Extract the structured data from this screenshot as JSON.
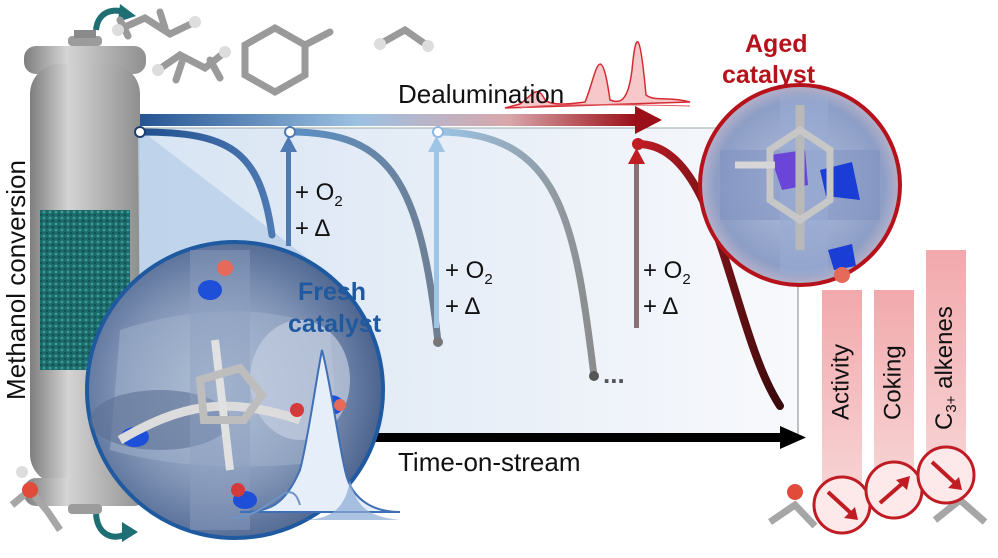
{
  "labels": {
    "y_axis": "Methanol conversion",
    "x_axis": "Time-on-stream",
    "top_arrow": "Dealumination",
    "fresh_line1": "Fresh",
    "fresh_line2": "catalyst",
    "aged_line1": "Aged",
    "aged_line2": "catalyst",
    "regen_o2": "+ O",
    "regen_sub": "2",
    "regen_heat": "+ Δ",
    "ellipsis": "...",
    "bar_activity": "Activity",
    "bar_coking": "Coking",
    "bar_alkenes_main": "C",
    "bar_alkenes_sub": "3+",
    "bar_alkenes_rest": " alkenes"
  },
  "colors": {
    "fresh_blue": "#1f5aa0",
    "aged_red": "#b5121b",
    "light_blue": "#a9c8e6",
    "pink_bar": "#f4b7b9",
    "reactor_grey": "#a7a7a7",
    "teal_bed": "#1e6f6f"
  },
  "icons": [
    "reactor-icon",
    "molecule-icon",
    "zeolite-pore-icon",
    "spectrum-peak-icon",
    "trend-arrow-icon"
  ]
}
